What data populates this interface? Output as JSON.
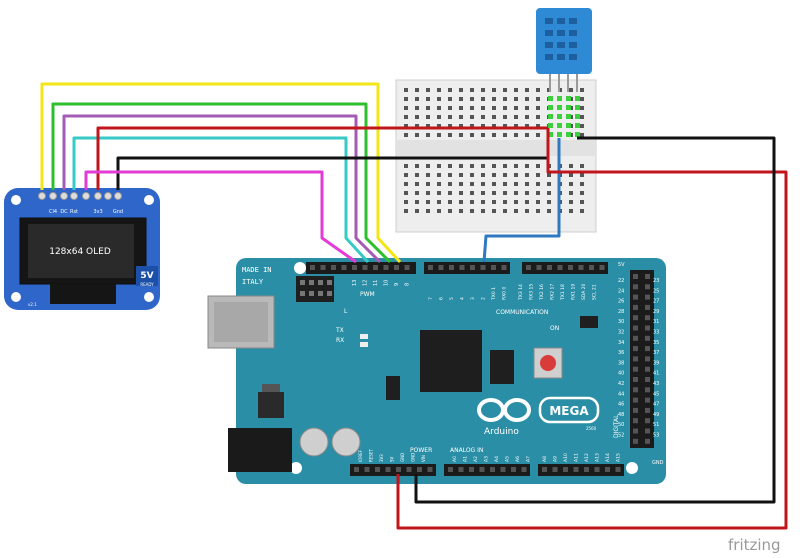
{
  "oled": {
    "pin_labels": [
      "Cl4",
      "DC",
      "Rst",
      "3v3",
      "Gnd"
    ],
    "screen_label": "128x64 OLED",
    "badge_main": "5V",
    "badge_sub": "READY",
    "version": "v2.1"
  },
  "arduino": {
    "made_in_line1": "MADE IN",
    "made_in_line2": "ITALY",
    "brand": "Arduino",
    "model": "MEGA",
    "model_sub": "2560",
    "pwm_label": "PWM",
    "communication_label": "COMMUNICATION",
    "power_label": "POWER",
    "analog_label": "ANALOG IN",
    "digital_label": "DIGITAL",
    "on_label": "ON",
    "l_label": "L",
    "tx_label": "TX",
    "rx_label": "RX",
    "gnd_label": "GND",
    "v5_label": "5V",
    "power_pins": [
      "IOREF",
      "RESET",
      "3V3",
      "5V",
      "GND",
      "GND",
      "VIN"
    ],
    "analog_pins": [
      "A0",
      "A1",
      "A2",
      "A3",
      "A4",
      "A5",
      "A6",
      "A7",
      "A8",
      "A9",
      "A10",
      "A11",
      "A12",
      "A13",
      "A14",
      "A15"
    ],
    "pwm_pins": [
      "13",
      "12",
      "11",
      "10",
      "9",
      "8"
    ],
    "comm_pins": [
      "7",
      "6",
      "5",
      "4",
      "3",
      "2",
      "TX0 1",
      "RX0 0",
      "TX3 14",
      "RX3 15",
      "TX2 16",
      "RX2 17",
      "TX1 18",
      "RX1 19",
      "SDA 20",
      "SCL 21"
    ],
    "digital_left": [
      "22",
      "24",
      "26",
      "28",
      "30",
      "32",
      "34",
      "36",
      "38",
      "40",
      "42",
      "44",
      "46",
      "48",
      "50",
      "52"
    ],
    "digital_right": [
      "23",
      "25",
      "27",
      "29",
      "31",
      "33",
      "35",
      "37",
      "39",
      "41",
      "43",
      "45",
      "47",
      "49",
      "51",
      "53"
    ]
  },
  "watermark": "fritzing",
  "colors": {
    "board": "#2a8fa6",
    "board_dark": "#1d6f83",
    "oled_pcb": "#2e66c9",
    "sensor": "#2f8ad6",
    "breadboard": "#eeeeee",
    "wire_red": "#c0151b",
    "wire_black": "#111111",
    "wire_yellow": "#f2e617",
    "wire_green": "#2dbf2d",
    "wire_purple": "#a35bb5",
    "wire_cyan": "#36c9c6",
    "wire_magenta": "#e23bd6",
    "wire_blue": "#2f79c2"
  }
}
